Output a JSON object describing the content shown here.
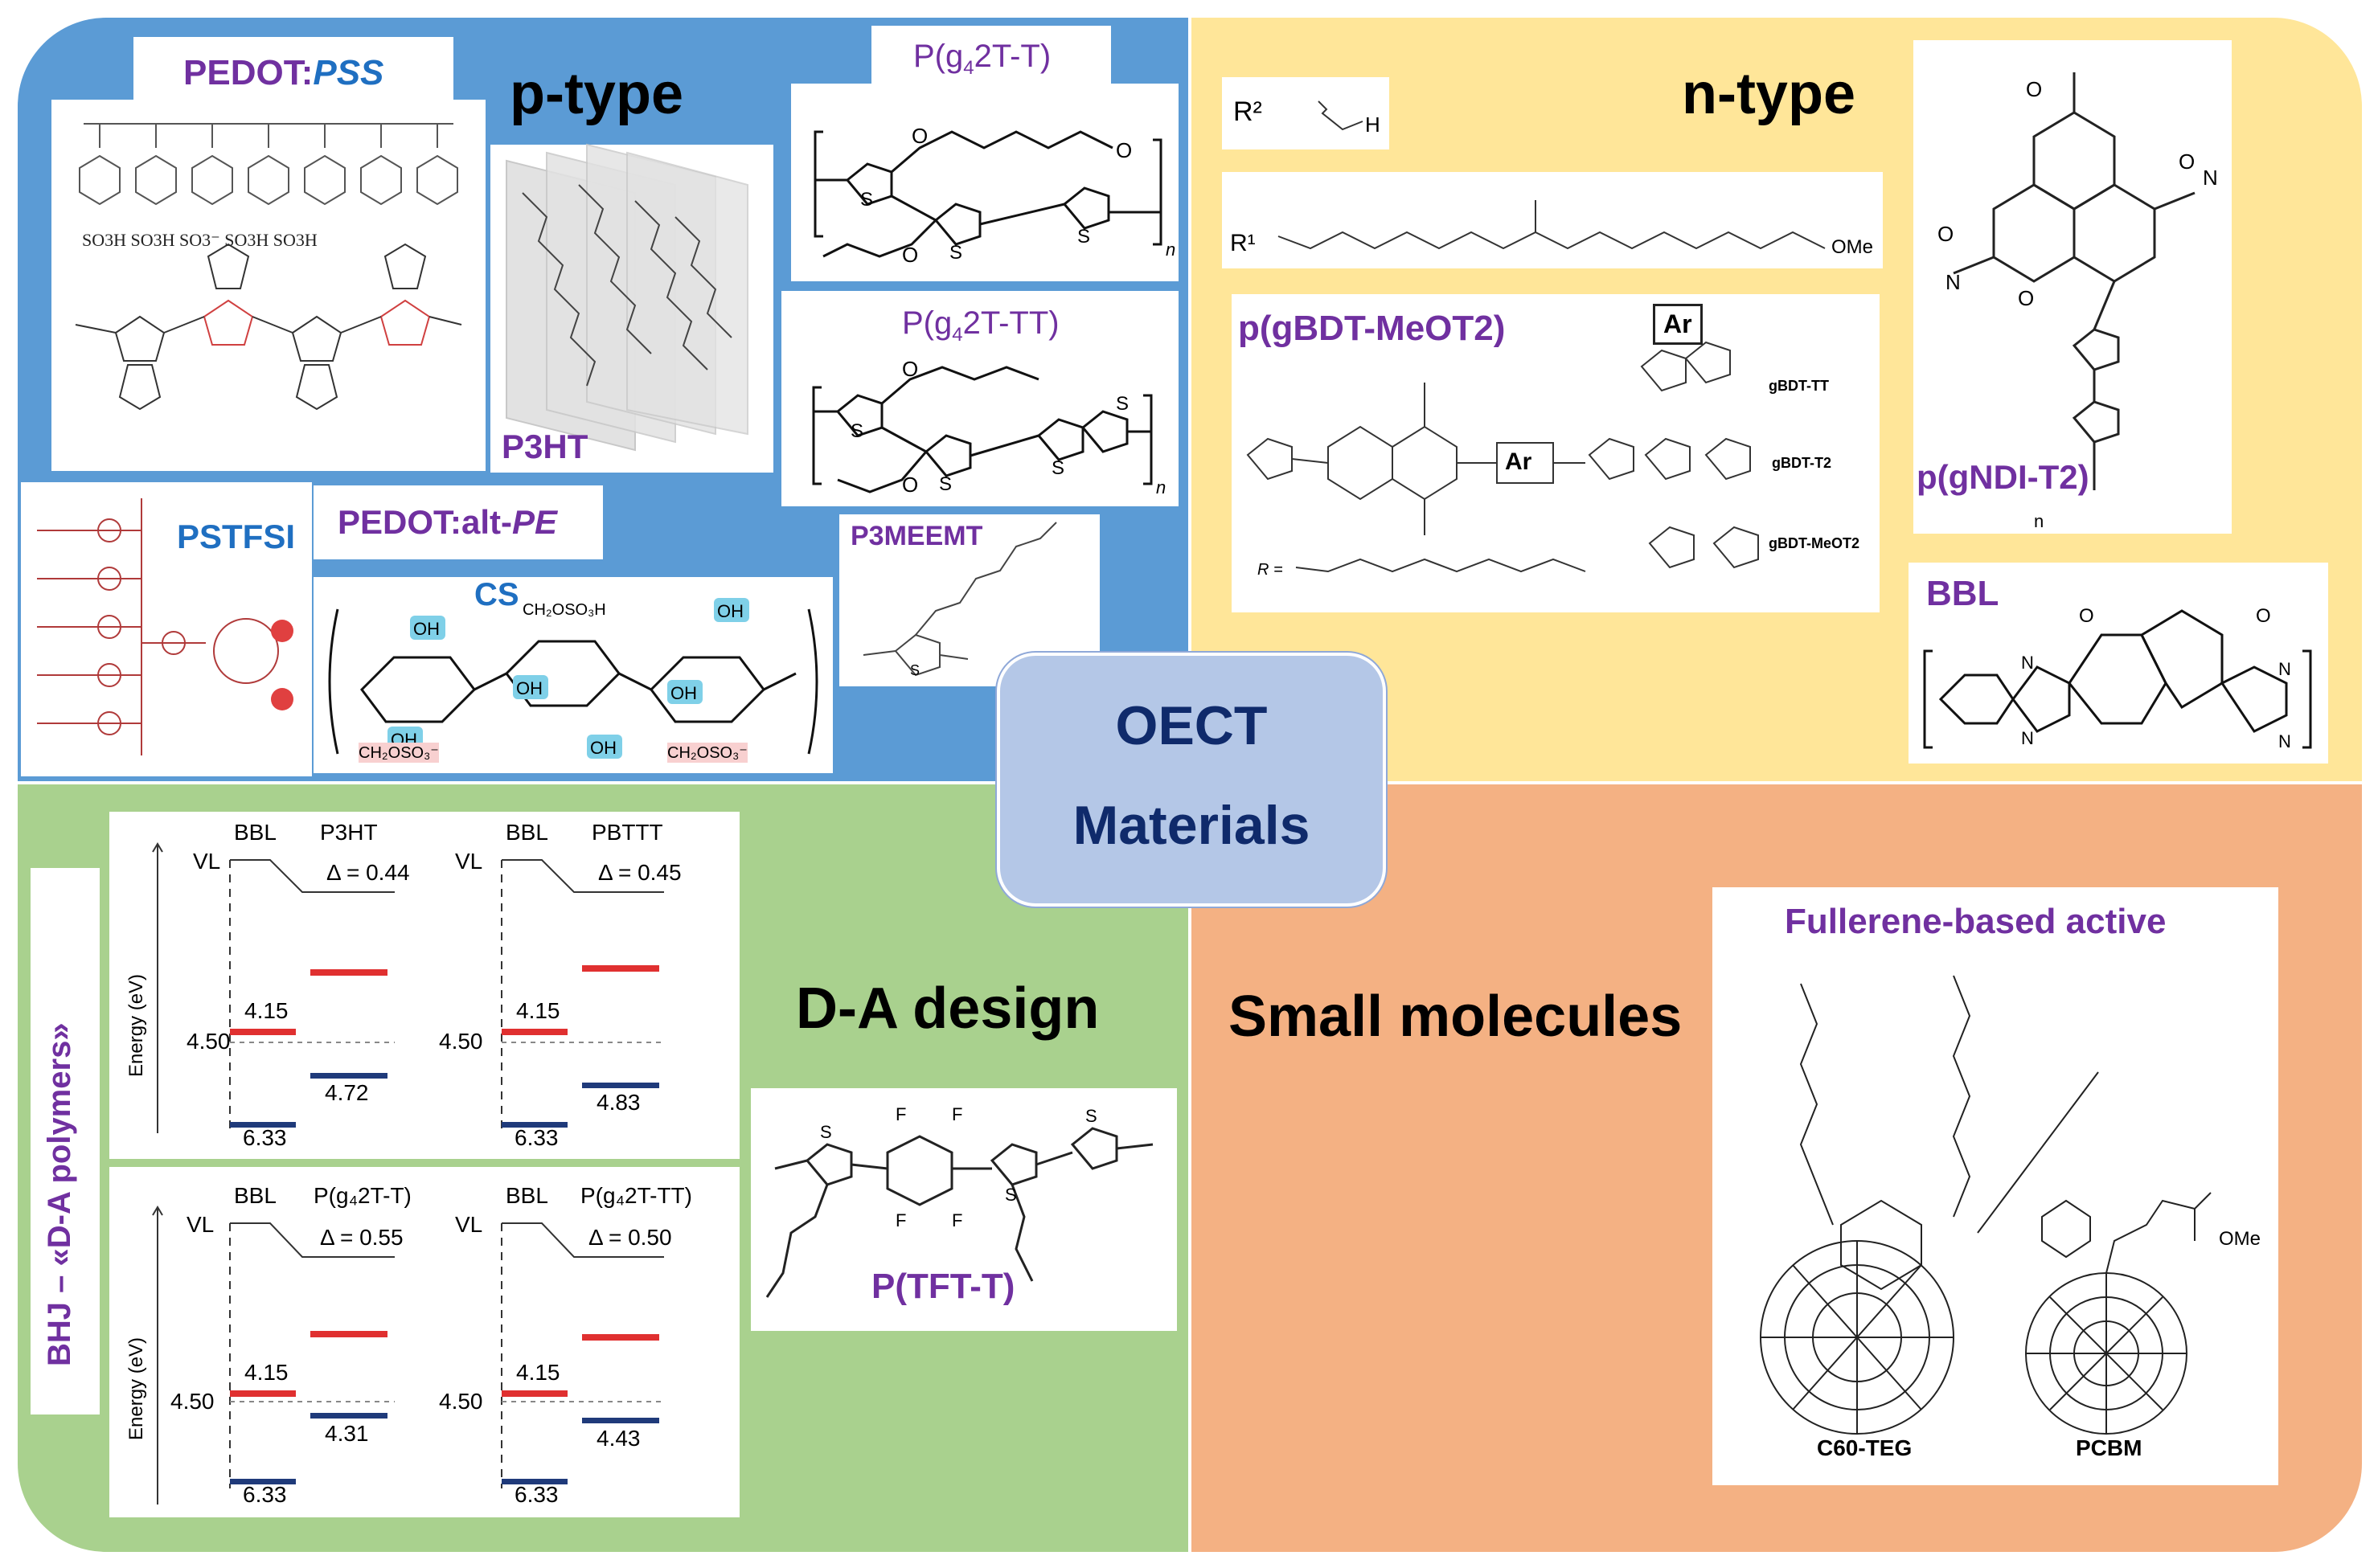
{
  "colors": {
    "ptype_bg": "#5b9bd5",
    "ntype_bg": "#ffe699",
    "da_bg": "#a9d18e",
    "small_bg": "#f4b183",
    "center_bg": "#b4c7e7",
    "title_purple": "#7030a0",
    "title_blue": "#1f6fc1",
    "lumo_red": "#e03030",
    "homo_navy": "#1f3a7a"
  },
  "center": {
    "line1": "OECT",
    "line2": "Materials"
  },
  "ptype": {
    "title": "p-type",
    "pedot_pss": {
      "a": "PEDOT:",
      "b": "PSS",
      "so3": "SO3H SO3H   SO3⁻    SO3H SO3H"
    },
    "p3ht": "P3HT",
    "pg42tt": {
      "label_pre": "P(g",
      "sub": "4",
      "label_post": "2T-T)"
    },
    "pg42ttt": {
      "label_pre": "P(g",
      "sub": "4",
      "label_post": "2T-TT)"
    },
    "pstfsi": "PSTFSI",
    "pedot_alt": {
      "a": "PEDOT:alt-",
      "b": "PE"
    },
    "cs": "CS",
    "p3meemt": "P3MEEMT",
    "oh": "OH",
    "ch2oso3h": "CH₂OSO₃H",
    "ch2oso3": "CH₂OSO₃⁻"
  },
  "ntype": {
    "title": "n-type",
    "r2": "R²",
    "r1": "R¹",
    "h": "H",
    "ome": "OMe",
    "pgbdt": "p(gBDT-MeOT2)",
    "ar": "Ar",
    "gbdt_tt": "gBDT-TT",
    "gbdt_t2": "gBDT-T2",
    "gbdt_meot2": "gBDT-MeOT2",
    "r_eq": "R =",
    "pgndi": "p(gNDI-T2)",
    "n": "n",
    "bbl": "BBL"
  },
  "da": {
    "title": "D-A design",
    "side": "BHJ – «D-A polymers»",
    "ylabel": "Energy (eV)",
    "vl": "VL",
    "ptft": "P(TFT-T)",
    "panels": [
      {
        "left": "BBL",
        "right": "P3HT",
        "delta": "Δ = 0.44",
        "lumo": "4.15",
        "ref": "4.50",
        "right_homo": "4.72",
        "homo": "6.33"
      },
      {
        "left": "BBL",
        "right": "PBTTT",
        "delta": "Δ = 0.45",
        "lumo": "4.15",
        "ref": "4.50",
        "right_homo": "4.83",
        "homo": "6.33"
      },
      {
        "left": "BBL",
        "right": "P(g₄2T-T)",
        "delta": "Δ = 0.55",
        "lumo": "4.15",
        "ref": "4.50",
        "right_homo": "4.31",
        "homo": "6.33"
      },
      {
        "left": "BBL",
        "right": "P(g₄2T-TT)",
        "delta": "Δ = 0.50",
        "lumo": "4.15",
        "ref": "4.50",
        "right_homo": "4.43",
        "homo": "6.33"
      }
    ]
  },
  "small": {
    "title": "Small molecules",
    "fullerene": "Fullerene-based active",
    "c60": "C60-TEG",
    "pcbm": "PCBM",
    "ome": "OMe"
  }
}
